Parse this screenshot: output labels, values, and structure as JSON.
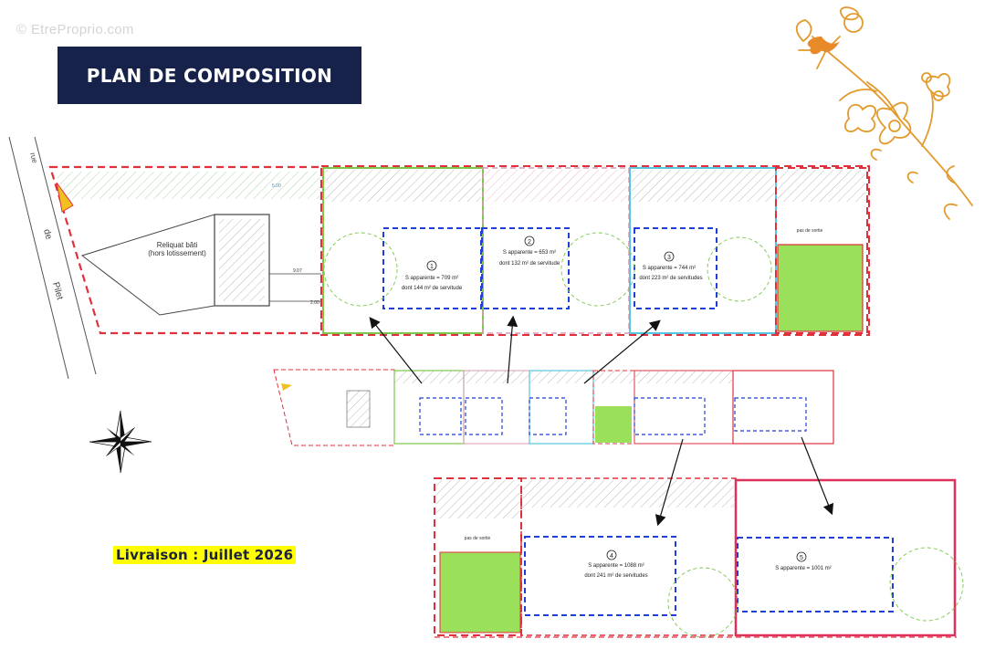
{
  "watermark": "© EtreProprio.com",
  "title": "PLAN DE COMPOSITION",
  "delivery": "Livraison : Juillet 2026",
  "street": {
    "a": "rue",
    "b": "de",
    "c": "Pilet"
  },
  "existing_building": {
    "line1": "Reliquat bâti",
    "line2": "(hors lotissement)"
  },
  "measures": {
    "m1": "9.07",
    "m2": "2.00",
    "m3": "5.00"
  },
  "lots": [
    {
      "num": "1",
      "surface": "S apparente = 709 m²",
      "servitude": "dont 144 m² de servitude"
    },
    {
      "num": "2",
      "surface": "S apparente = 653 m²",
      "servitude": "dont 132 m² de servitude"
    },
    {
      "num": "3",
      "surface": "S apparente = 744 m²",
      "servitude": "dont 223 m² de servitudes"
    },
    {
      "num": "4",
      "surface": "S apparente = 1088 m²",
      "servitude": "dont 241 m² de servitudes"
    },
    {
      "num": "5",
      "surface": "S apparente = 1001 m²",
      "servitude": ""
    }
  ],
  "pas_de_sortie": "pas de sortie",
  "colors": {
    "banner": "#16224a",
    "highlight": "#ffff00",
    "red": "#e0303c",
    "blue": "#1f3fd8",
    "green": "#9be05a",
    "flower": "#e39a2c"
  }
}
